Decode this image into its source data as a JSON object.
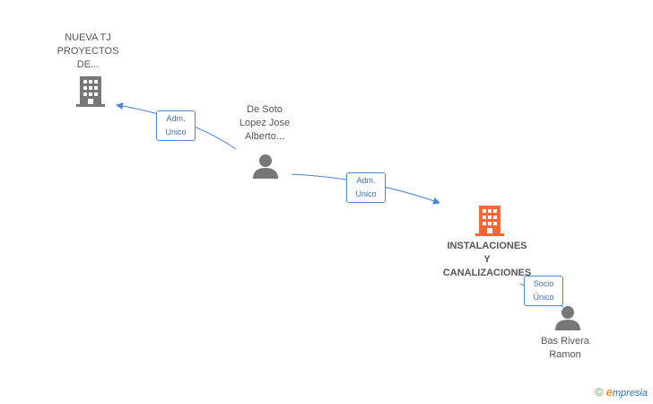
{
  "nodes": {
    "company_top": {
      "lines": [
        "NUEVA TJ",
        "PROYECTOS",
        "DE..."
      ],
      "type": "company",
      "color": "#777777"
    },
    "person_center": {
      "lines": [
        "De Soto",
        "Lopez Jose",
        "Alberto..."
      ],
      "type": "person",
      "color": "#777777"
    },
    "company_main": {
      "lines": [
        "INSTALACIONES",
        "Y",
        "CANALIZACIONES"
      ],
      "type": "company",
      "color": "#ff6633"
    },
    "person_bottom": {
      "lines": [
        "Bas Rivera",
        "Ramon"
      ],
      "type": "person",
      "color": "#777777"
    }
  },
  "relations": {
    "r1": {
      "line1": "Adm.",
      "line2": "Unico"
    },
    "r2": {
      "line1": "Adm.",
      "line2": "Unico"
    },
    "r3": {
      "line1": "Socio",
      "line2": "Único"
    }
  },
  "colors": {
    "edge": "#4a86d8",
    "accent": "#ff6633",
    "icon": "#777777"
  },
  "brand": {
    "symbol": "©",
    "initial": "e",
    "name": "mpresia"
  }
}
